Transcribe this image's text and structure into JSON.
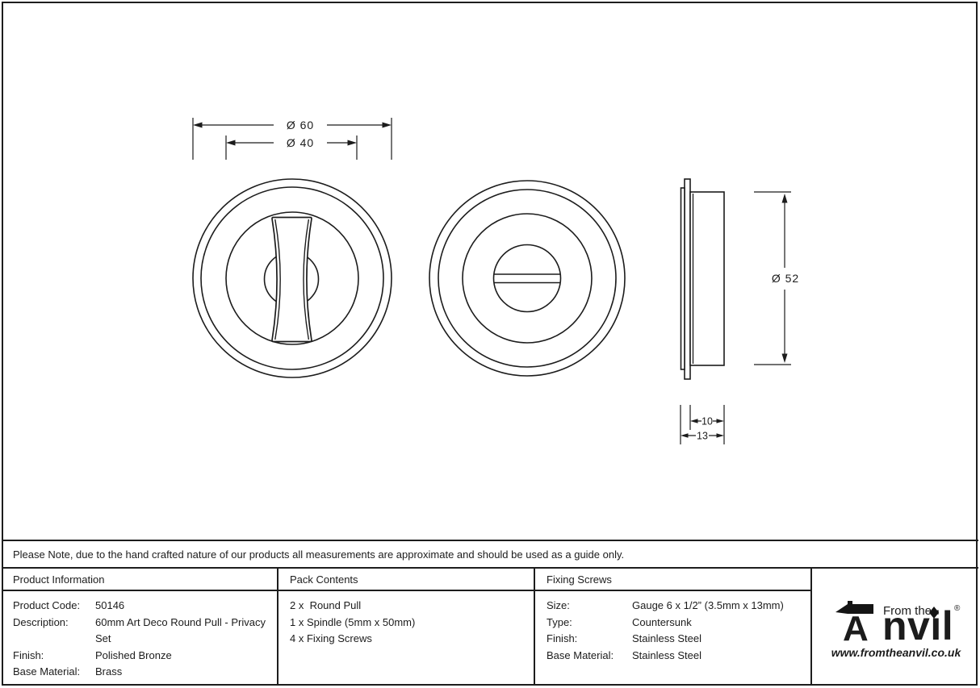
{
  "note": "Please Note, due to the hand crafted nature of our products all measurements are approximate and should be used as a guide only.",
  "drawings": {
    "front_view": {
      "dim_outer": "Ø 60",
      "dim_inner": "Ø 40"
    },
    "side_view": {
      "dim_diameter": "Ø 52",
      "dim_body_depth": "10",
      "dim_total_depth": "13"
    }
  },
  "table": {
    "product_information": {
      "header": "Product Information",
      "rows": [
        {
          "label": "Product Code:",
          "value": "50146"
        },
        {
          "label": "Description:",
          "value": "60mm Art Deco Round Pull - Privacy Set"
        },
        {
          "label": "Finish:",
          "value": "Polished Bronze"
        },
        {
          "label": "Base Material:",
          "value": "Brass"
        }
      ]
    },
    "pack_contents": {
      "header": "Pack Contents",
      "items": [
        "2 x  Round Pull",
        "1 x Spindle (5mm x 50mm)",
        "4 x Fixing Screws"
      ]
    },
    "fixing_screws": {
      "header": "Fixing Screws",
      "rows": [
        {
          "label": "Size:",
          "value": "Gauge 6 x 1/2” (3.5mm x 13mm)"
        },
        {
          "label": "Type:",
          "value": "Countersunk"
        },
        {
          "label": "Finish:",
          "value": "Stainless Steel"
        },
        {
          "label": "Base Material:",
          "value": "Stainless Steel"
        }
      ]
    }
  },
  "logo": {
    "tagline": "From the",
    "brand_initial": "A",
    "brand_rest": "nvil",
    "registered": "®",
    "website": "www.fromtheanvil.co.uk"
  }
}
